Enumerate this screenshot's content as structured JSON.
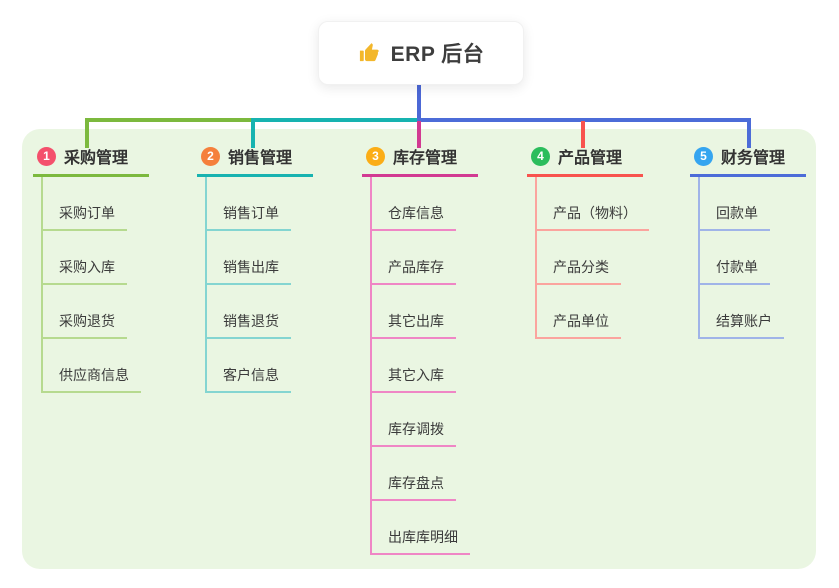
{
  "root": {
    "title": "ERP 后台",
    "icon": "thumbs-up-icon"
  },
  "colors": {
    "panel_bg": "#EAF6E2",
    "root_connector": "#4C68D6",
    "thumb_yellow": "#F3B72B",
    "text_dark": "#3d3d3d"
  },
  "branches": [
    {
      "index": "1",
      "label": "采购管理",
      "color": "#7CB93E",
      "light": "#B6DA8F",
      "badge": "#F4506C",
      "items": [
        "采购订单",
        "采购入库",
        "采购退货",
        "供应商信息"
      ]
    },
    {
      "index": "2",
      "label": "销售管理",
      "color": "#17B3B0",
      "light": "#84D5D1",
      "badge": "#F5803C",
      "items": [
        "销售订单",
        "销售出库",
        "销售退货",
        "客户信息"
      ]
    },
    {
      "index": "3",
      "label": "库存管理",
      "color": "#D23A92",
      "light": "#EF86C5",
      "badge": "#FBAD16",
      "items": [
        "仓库信息",
        "产品库存",
        "其它出库",
        "其它入库",
        "库存调拨",
        "库存盘点",
        "出库库明细"
      ]
    },
    {
      "index": "4",
      "label": "产品管理",
      "color": "#F8534E",
      "light": "#FBA49E",
      "badge": "#2BBD5C",
      "items": [
        "产品（物料）",
        "产品分类",
        "产品单位"
      ]
    },
    {
      "index": "5",
      "label": "财务管理",
      "color": "#4C6CD8",
      "light": "#A0B4E8",
      "badge": "#35A5F0",
      "items": [
        "回款单",
        "付款单",
        "结算账户"
      ]
    }
  ]
}
